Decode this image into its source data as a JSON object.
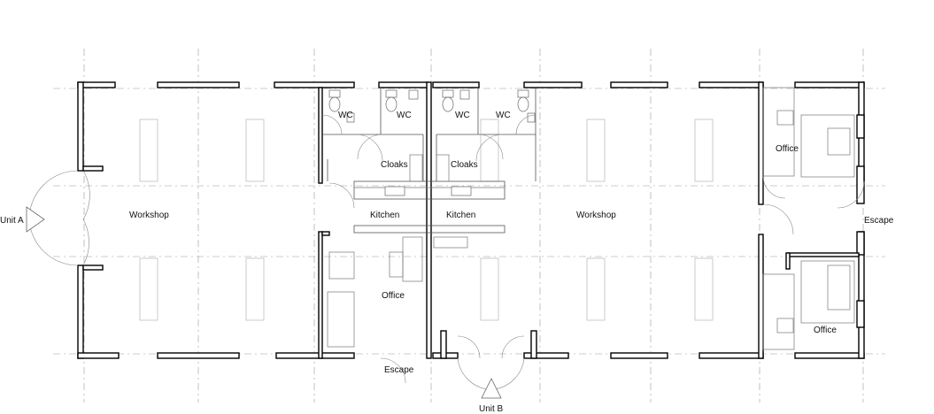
{
  "plan": {
    "labels": {
      "unit_a": "Unit A",
      "unit_b": "Unit B",
      "workshop_a": "Workshop",
      "workshop_b": "Workshop",
      "wc_1": "WC",
      "wc_2": "WC",
      "wc_3": "WC",
      "wc_4": "WC",
      "cloaks_a": "Cloaks",
      "cloaks_b": "Cloaks",
      "kitchen_a": "Kitchen",
      "kitchen_b": "Kitchen",
      "office_a": "Office",
      "office_b_top": "Office",
      "office_b_bottom": "Office",
      "escape_bottom": "Escape",
      "escape_right": "Escape"
    },
    "colors": {
      "wall": "#000000",
      "grid": "#9a9a9a",
      "fixture": "#666666"
    }
  }
}
